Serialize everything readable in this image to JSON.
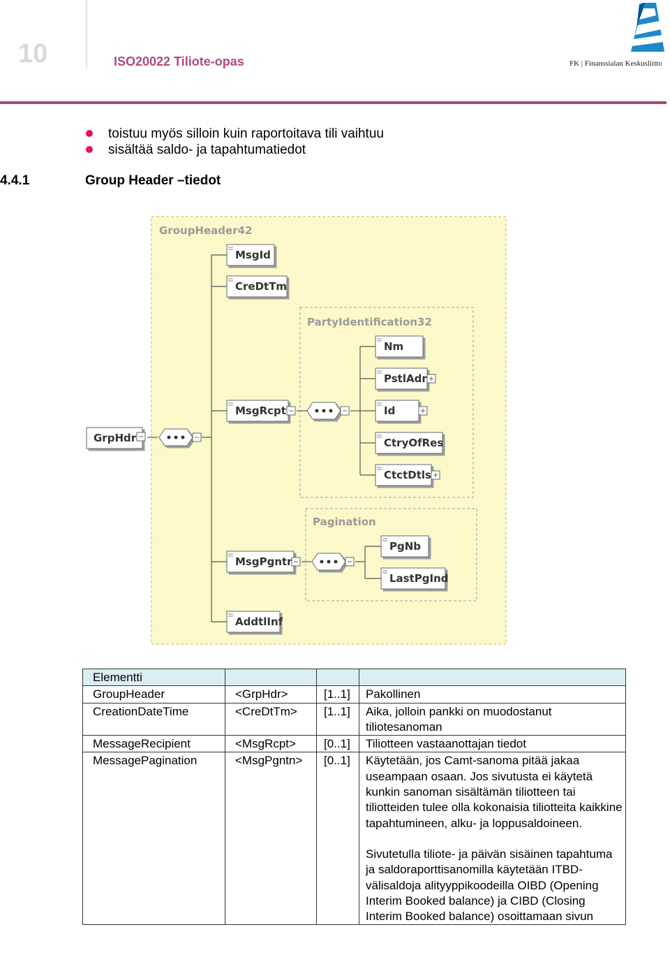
{
  "header": {
    "page_number": "10",
    "doc_title": "ISO20022 Tiliote-opas",
    "logo_text": "FK | Finanssialan Keskusliitto"
  },
  "bullets": [
    "toistuu myös silloin kuin raportoitava tili vaihtuu",
    "sisältää saldo- ja tapahtumatiedot"
  ],
  "section": {
    "number": "4.4.1",
    "title": "Group Header –tiedot"
  },
  "diagram": {
    "group_label": "GroupHeader42",
    "root": "GrpHdr",
    "party_group_label": "PartyIdentification32",
    "pagination_group_label": "Pagination",
    "nodes": {
      "msgid": "MsgId",
      "credttm": "CreDtTm",
      "msgrcpt": "MsgRcpt",
      "msgpgntn": "MsgPgntn",
      "addtlinf": "AddtlInf",
      "nm": "Nm",
      "pstladr": "PstlAdr",
      "id": "Id",
      "ctryofres": "CtryOfRes",
      "ctctdtls": "CtctDtls",
      "pgnb": "PgNb",
      "lastpgind": "LastPgInd"
    },
    "colors": {
      "outer_fill": "#fbf9c9",
      "outer_border": "#d8d37a",
      "node_fill": "#ffffff",
      "node_shadow": "#9e9e9e",
      "line": "#555555"
    }
  },
  "table": {
    "header": [
      "Elementti",
      "",
      "",
      ""
    ],
    "rows": [
      {
        "name": "GroupHeader",
        "tag": "<GrpHdr>",
        "card": "[1..1]",
        "desc": [
          "Pakollinen"
        ]
      },
      {
        "name": "CreationDateTime",
        "tag": "<CreDtTm>",
        "card": "[1..1]",
        "desc": [
          "Aika, jolloin pankki on muodostanut tiliotesanoman"
        ]
      },
      {
        "name": "MessageRecipient",
        "tag": "<MsgRcpt>",
        "card": "[0..1]",
        "desc": [
          "Tiliotteen vastaanottajan tiedot"
        ]
      },
      {
        "name": "MessagePagination",
        "tag": "<MsgPgntn>",
        "card": "[0..1]",
        "desc": [
          "Käytetään, jos Camt-sanoma pitää jakaa useampaan osaan. Jos sivutusta ei käytetä kunkin sanoman sisältämän tiliotteen tai tiliotteiden tulee olla kokonaisia tiliotteita kaikkine tapahtumineen, alku- ja loppusaldoineen.",
          "Sivutetulla tiliote- ja päivän sisäinen tapahtuma ja saldoraporttisanomilla käytetään  ITBD- välisaldoja alityyppikoodeilla OIBD (Opening Interim Booked balance) ja CIBD (Closing Interim Booked balance) osoittamaan sivun"
        ]
      }
    ],
    "header_color": "#daeef3"
  }
}
